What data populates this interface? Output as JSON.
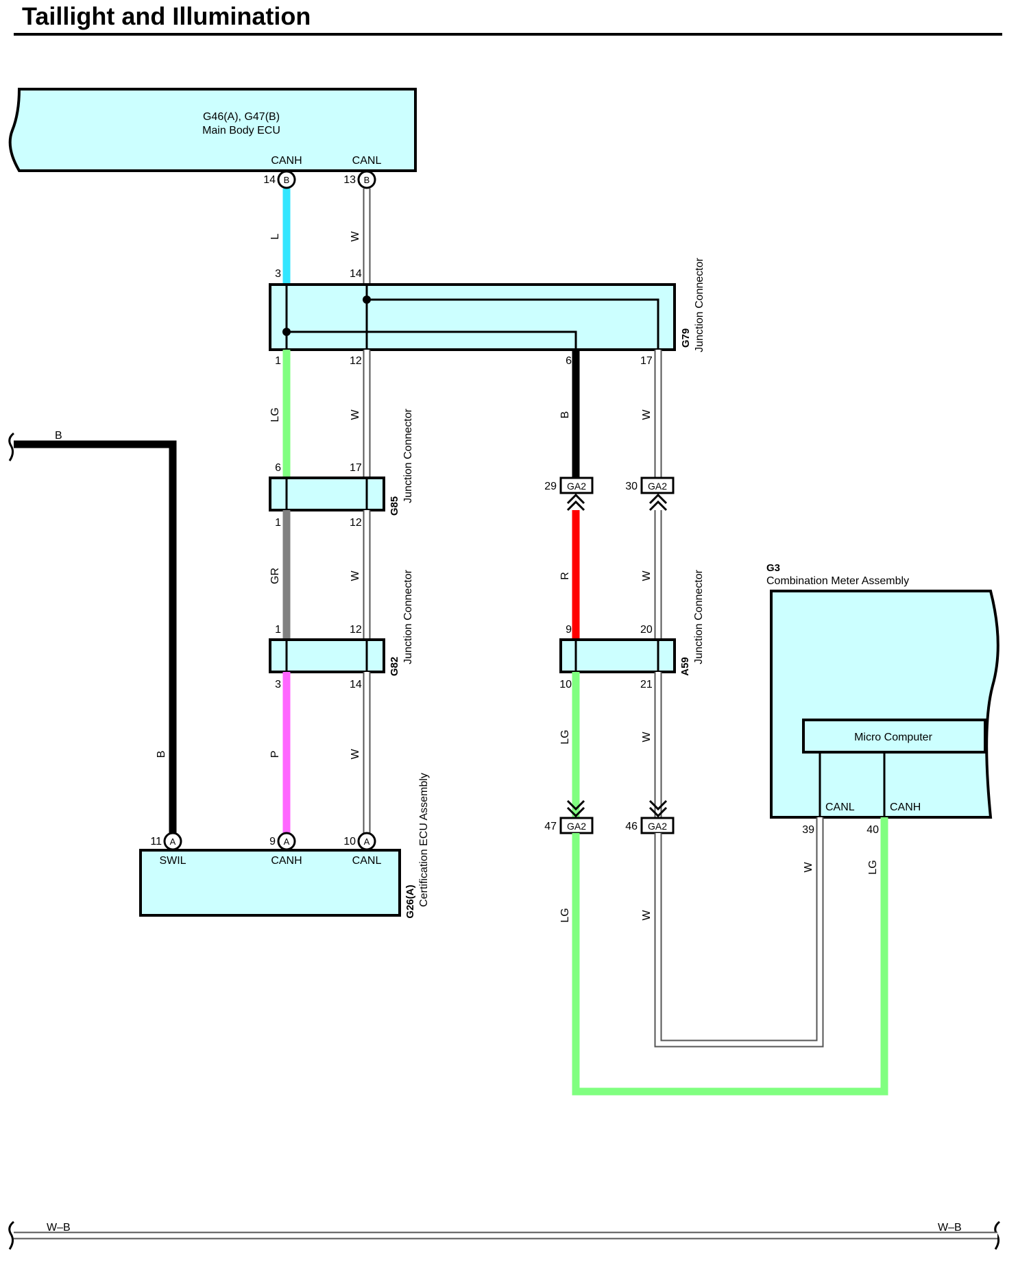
{
  "title": "Taillight and Illumination",
  "components": {
    "main_body_ecu": {
      "id": "G46(A), G47(B)",
      "name": "Main Body ECU",
      "pins": {
        "canh": "CANH",
        "canl": "CANL"
      }
    },
    "g79": {
      "id": "G79",
      "name": "Junction Connector"
    },
    "g85": {
      "id": "G85",
      "name": "Junction Connector"
    },
    "g82": {
      "id": "G82",
      "name": "Junction Connector"
    },
    "a59": {
      "id": "A59",
      "name": "Junction Connector"
    },
    "g26": {
      "id": "G26(A)",
      "name": "Certification ECU Assembly",
      "pins": {
        "swil": "SWIL",
        "canh": "CANH",
        "canl": "CANL"
      }
    },
    "g3": {
      "id": "G3",
      "name": "Combination Meter Assembly",
      "inner": "Micro Computer",
      "pins": {
        "canl": "CANL",
        "canh": "CANH"
      }
    }
  },
  "connector_letters": {
    "a": "A",
    "b": "B"
  },
  "inline_connector": "GA2",
  "pin_numbers": {
    "ecu_canh": "14",
    "ecu_canl": "13",
    "g79_in_l": "3",
    "g79_in_w": "14",
    "g79_lg": "1",
    "g79_w12": "12",
    "g79_b": "6",
    "g79_w17": "17",
    "g85_in_lg": "6",
    "g85_in_w": "17",
    "g85_out_gr": "1",
    "g85_out_w": "12",
    "g82_in_gr": "1",
    "g82_in_w": "12",
    "g82_out_p": "3",
    "g82_out_w": "14",
    "ga2_29": "29",
    "ga2_30": "30",
    "ga2_47": "47",
    "ga2_46": "46",
    "a59_in_r": "9",
    "a59_in_w": "20",
    "a59_out_lg": "10",
    "a59_out_w": "21",
    "g26_swil": "11",
    "g26_canh": "9",
    "g26_canl": "10",
    "g3_canl": "39",
    "g3_canh": "40"
  },
  "wire_colors": {
    "L": "L",
    "W": "W",
    "LG": "LG",
    "B": "B",
    "GR": "GR",
    "P": "P",
    "R": "R",
    "WB": "W–B"
  },
  "colors": {
    "L": "#33e6ff",
    "LG": "#80ff80",
    "B": "#000000",
    "GR": "#808080",
    "P": "#ff66ff",
    "R": "#ff0000",
    "W": "#ffffff",
    "box_fill": "#ccffff"
  }
}
